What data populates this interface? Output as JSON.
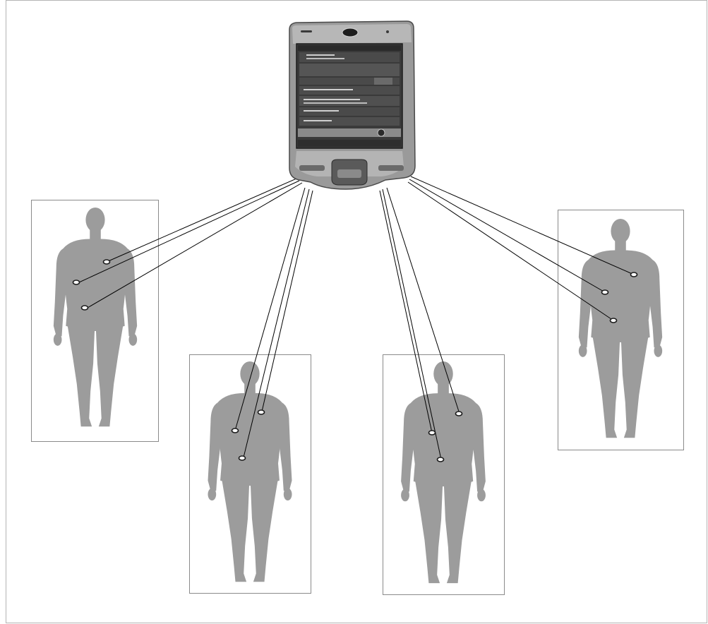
{
  "diagram": {
    "device": {
      "kind": "pda-handheld",
      "icon": "pda-icon"
    },
    "persons": [
      {
        "id": "person-1",
        "sensor_count": 3
      },
      {
        "id": "person-2",
        "sensor_count": 3
      },
      {
        "id": "person-3",
        "sensor_count": 3
      },
      {
        "id": "person-4",
        "sensor_count": 3
      }
    ],
    "connections": [
      {
        "from": "device",
        "to": "person-1",
        "sensors": 3
      },
      {
        "from": "device",
        "to": "person-2",
        "sensors": 3
      },
      {
        "from": "device",
        "to": "person-3",
        "sensors": 3
      },
      {
        "from": "device",
        "to": "person-4",
        "sensors": 3
      }
    ]
  },
  "colors": {
    "frame": "#b4b4b4",
    "box_border": "#8a8a8a",
    "body": "#9c9c9c",
    "sensor_stroke": "#1a1a1a",
    "line": "#000000",
    "device_body": "#9a9a9a",
    "device_screen": "#3a3a3a"
  }
}
